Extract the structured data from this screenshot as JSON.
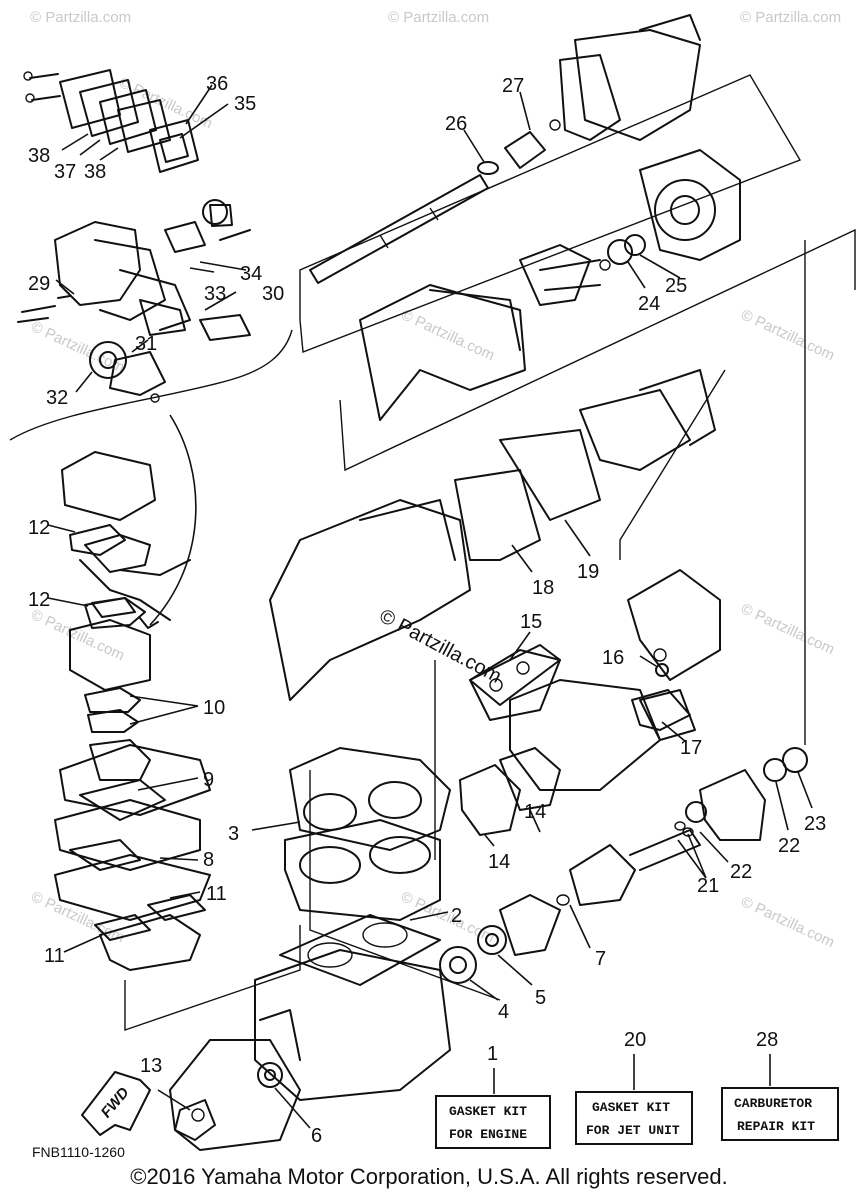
{
  "watermark": "© Partzilla.com",
  "watermark_center": "© Partzilla.com",
  "callouts": [
    "1",
    "2",
    "3",
    "4",
    "5",
    "6",
    "7",
    "8",
    "9",
    "10",
    "11",
    "12",
    "13",
    "14",
    "15",
    "16",
    "17",
    "18",
    "19",
    "20",
    "21",
    "22",
    "23",
    "24",
    "25",
    "26",
    "27",
    "28",
    "29",
    "30",
    "31",
    "32",
    "33",
    "34",
    "35",
    "36",
    "37",
    "38"
  ],
  "kits": [
    {
      "number": "1",
      "line1": "GASKET KIT",
      "line2": "FOR ENGINE"
    },
    {
      "number": "20",
      "line1": "GASKET KIT",
      "line2": "FOR JET UNIT"
    },
    {
      "number": "28",
      "line1": "CARBURETOR",
      "line2": "REPAIR KIT"
    }
  ],
  "fwd_label": "FWD",
  "diagram_code": "FNB1110-1260",
  "copyright": "©2016 Yamaha Motor Corporation, U.S.A. All rights reserved."
}
